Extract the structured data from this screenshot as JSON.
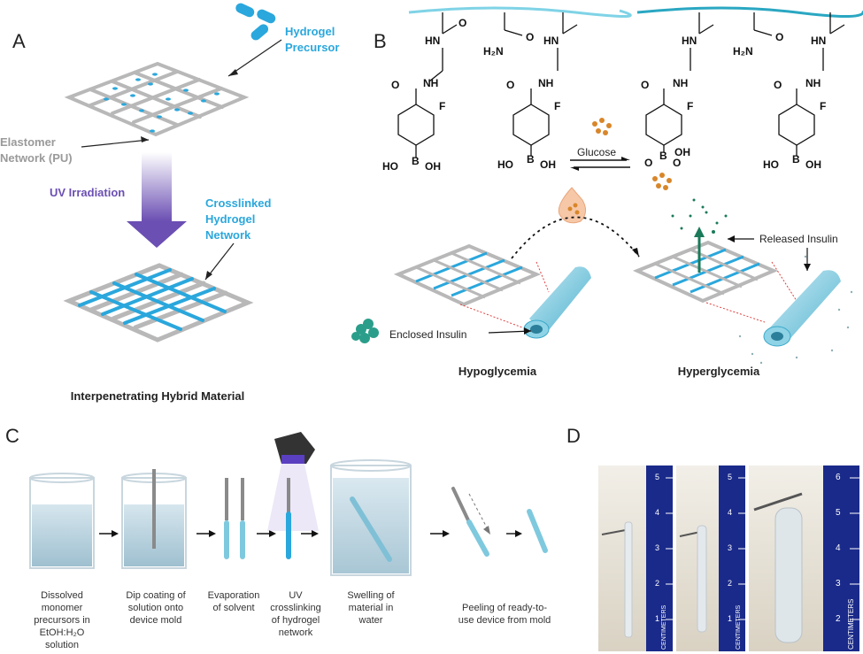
{
  "panels": {
    "a": "A",
    "b": "B",
    "c": "C",
    "d": "D"
  },
  "panel_a": {
    "hydrogel_precursor": [
      "Hydrogel",
      "Precursor"
    ],
    "elastomer_network": [
      "Elastomer",
      "Network (PU)"
    ],
    "uv_irradiation": "UV Irradiation",
    "crosslinked": [
      "Crosslinked",
      "Hydrogel",
      "Network"
    ],
    "caption": "Interpenetrating Hybrid Material"
  },
  "panel_b": {
    "glucose": "Glucose",
    "released_insulin": "Released Insulin",
    "enclosed_insulin": "Enclosed Insulin",
    "hypoglycemia": "Hypoglycemia",
    "hyperglycemia": "Hyperglycemia",
    "chem": {
      "hn": "HN",
      "nh": "NH",
      "h2n": "H₂N",
      "o": "O",
      "f": "F",
      "b": "B",
      "ho": "HO",
      "oh": "OH"
    }
  },
  "panel_c": {
    "steps": [
      [
        "Dissolved",
        "monomer",
        "precursors in",
        "EtOH:H₂O",
        "solution"
      ],
      [
        "Dip coating of",
        "solution onto",
        "device mold"
      ],
      [
        "Evaporation",
        "of solvent"
      ],
      [
        "UV",
        "crosslinking",
        "of hydrogel",
        "network"
      ],
      [
        "Swelling of",
        "material in",
        "water"
      ],
      [
        "Peeling of ready-to-",
        "use device from mold"
      ]
    ]
  },
  "panel_d": {
    "ruler_label": "CENTIMETERS",
    "ruler_numbers": [
      "1",
      "2",
      "3",
      "4",
      "5",
      "6"
    ]
  },
  "colors": {
    "hydrogel": "#2aa7dc",
    "elastomer": "#b8b8b8",
    "uv": "#6b4fb3",
    "ruler": "#1a2a8a"
  }
}
